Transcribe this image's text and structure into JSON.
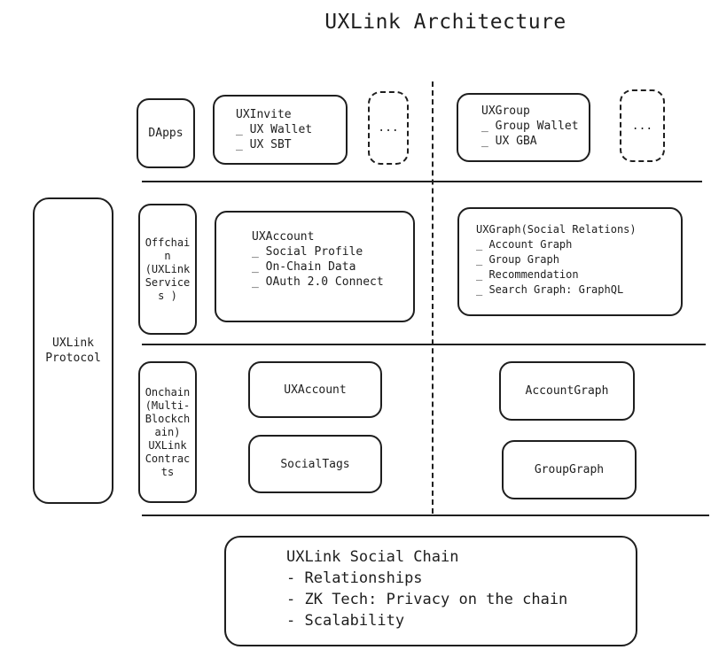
{
  "title": "UXLink Architecture",
  "protocol": {
    "label": "UXLink Protocol"
  },
  "dapps": {
    "label": "DApps",
    "uxinvite": {
      "title": "UXInvite",
      "items": [
        "UX Wallet",
        "UX SBT"
      ]
    },
    "more_left": "...",
    "uxgroup": {
      "title": "UXGroup",
      "items": [
        "Group Wallet",
        "UX GBA"
      ]
    },
    "more_right": "..."
  },
  "offchain": {
    "label": "Offchain (UXLink Services )",
    "uxaccount": {
      "title": "UXAccount",
      "items": [
        "Social Profile",
        "On-Chain Data",
        "OAuth 2.0 Connect"
      ]
    },
    "uxgraph": {
      "title": "UXGraph(Social Relations)",
      "items": [
        "Account Graph",
        "Group Graph",
        "Recommendation",
        "Search Graph: GraphQL"
      ]
    }
  },
  "onchain": {
    "label": "Onchain (Multi-Blockchain) UXLink Contracts",
    "uxaccount": "UXAccount",
    "socialtags": "SocialTags",
    "accountgraph": "AccountGraph",
    "groupgraph": "GroupGraph"
  },
  "social_chain": {
    "title": "UXLink Social Chain",
    "items": [
      "Relationships",
      "ZK Tech: Privacy on the chain",
      "Scalability"
    ]
  }
}
